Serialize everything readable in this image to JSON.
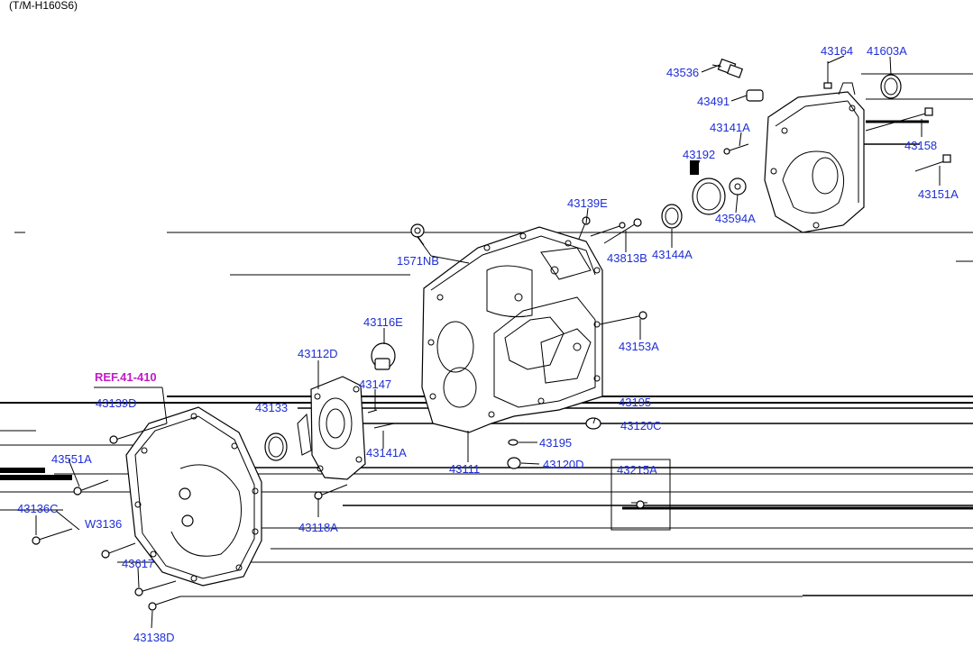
{
  "header": {
    "model": "(T/M-H160S6)"
  },
  "reference": {
    "label": "REF.41-410"
  },
  "parts": {
    "p43164": "43164",
    "p41603A": "41603A",
    "p43536": "43536",
    "p43491": "43491",
    "p43141A_top": "43141A",
    "p43192": "43192",
    "p43158": "43158",
    "p43151A": "43151A",
    "p43594A": "43594A",
    "p43139E": "43139E",
    "p43144A": "43144A",
    "p43813B": "43813B",
    "p1571NB": "1571NB",
    "p43153A": "43153A",
    "p43116E": "43116E",
    "p43112D": "43112D",
    "p43147": "43147",
    "p43133": "43133",
    "p43139D": "43139D",
    "p43195_upper": "43195",
    "p43120C": "43120C",
    "p43195": "43195",
    "p43141A_mid": "43141A",
    "p43111": "43111",
    "p43120D": "43120D",
    "p43215A": "43215A",
    "p43551A": "43551A",
    "p43136C": "43136C",
    "pW3136": "W3136",
    "p43118A": "43118A",
    "p43617": "43617",
    "p43138D": "43138D"
  },
  "colors": {
    "label": "#1f2fd6",
    "reference": "#c21ac4",
    "line": "#000000"
  }
}
